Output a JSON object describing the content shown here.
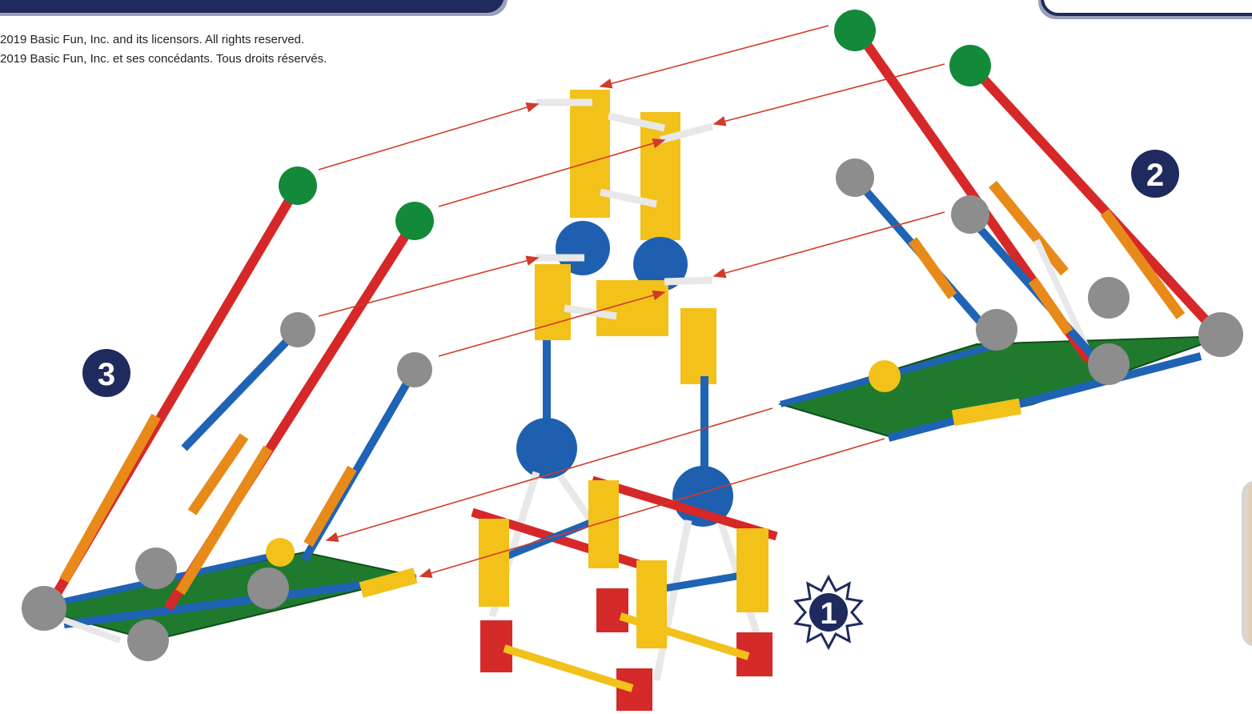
{
  "copyright": {
    "line1": "2019 Basic Fun, Inc. and its licensors. All rights reserved.",
    "line2": "2019 Basic Fun, Inc. et ses concédants. Tous droits réservés."
  },
  "steps": [
    {
      "number": "1",
      "shape": "star"
    },
    {
      "number": "2",
      "shape": "circle"
    },
    {
      "number": "3",
      "shape": "circle"
    }
  ],
  "colors": {
    "navy": "#1f2a5e",
    "rod_red": "#d62828",
    "rod_blue": "#1f63b5",
    "rod_white": "#e8e8e8",
    "rod_orange": "#e88a1a",
    "connector_yellow": "#f2c11a",
    "connector_green": "#128a3a",
    "connector_gray": "#8d8d8d",
    "connector_blue": "#1f5fb0",
    "connector_red": "#d42a2a",
    "plate_green": "#1f7a2e",
    "arrow_red": "#d23a2a"
  }
}
